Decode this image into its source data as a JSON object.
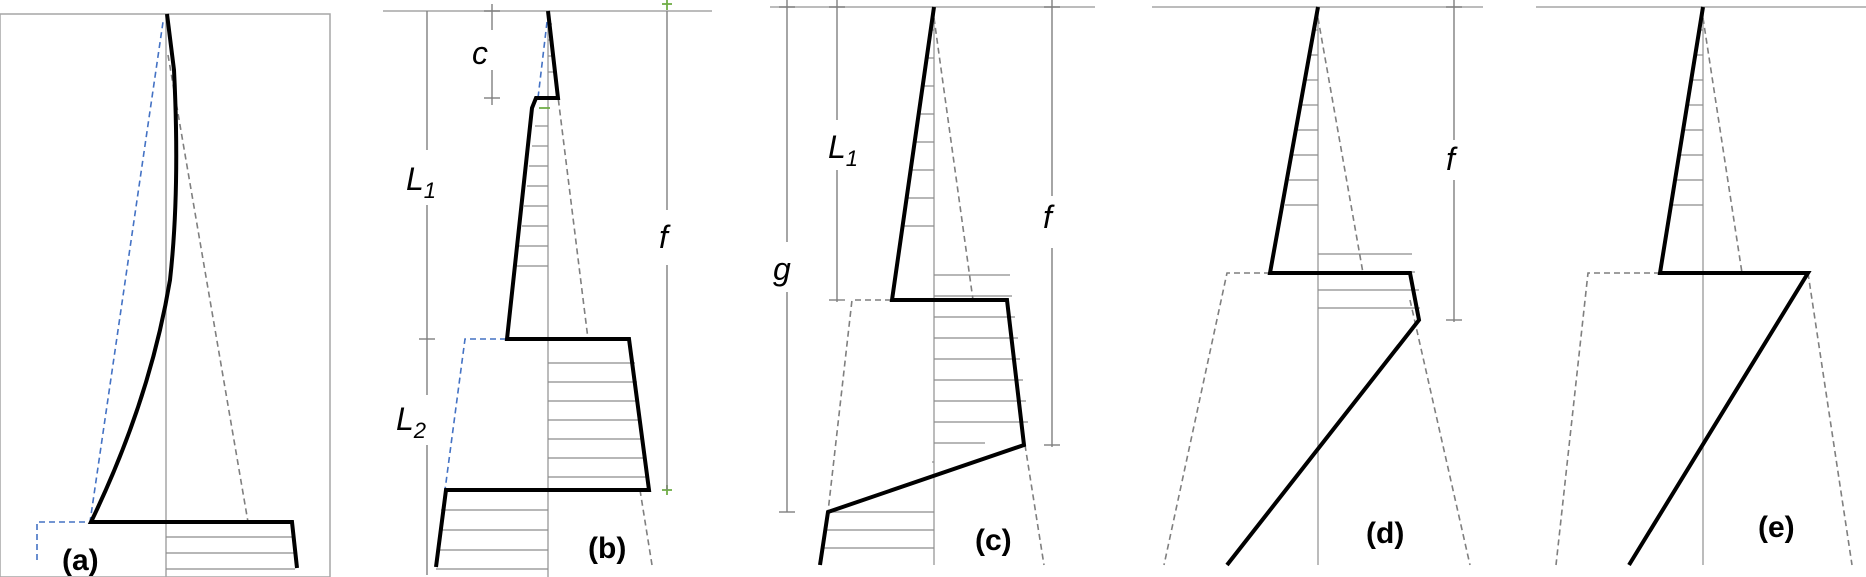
{
  "panels": [
    {
      "id": "a",
      "label": "(a)"
    },
    {
      "id": "b",
      "label": "(b)"
    },
    {
      "id": "c",
      "label": "(c)"
    },
    {
      "id": "d",
      "label": "(d)"
    },
    {
      "id": "e",
      "label": "(e)"
    }
  ],
  "dimensions": {
    "c": "c",
    "L1": {
      "base": "L",
      "sub": "1"
    },
    "L2": {
      "base": "L",
      "sub": "2"
    },
    "f": "f",
    "g": "g"
  },
  "colors": {
    "profile": "#000000",
    "reference_dash": "#7f7f7f",
    "deflection_dash": "#4472c4",
    "marker": "#70ad47",
    "axis": "#a6a6a6"
  }
}
